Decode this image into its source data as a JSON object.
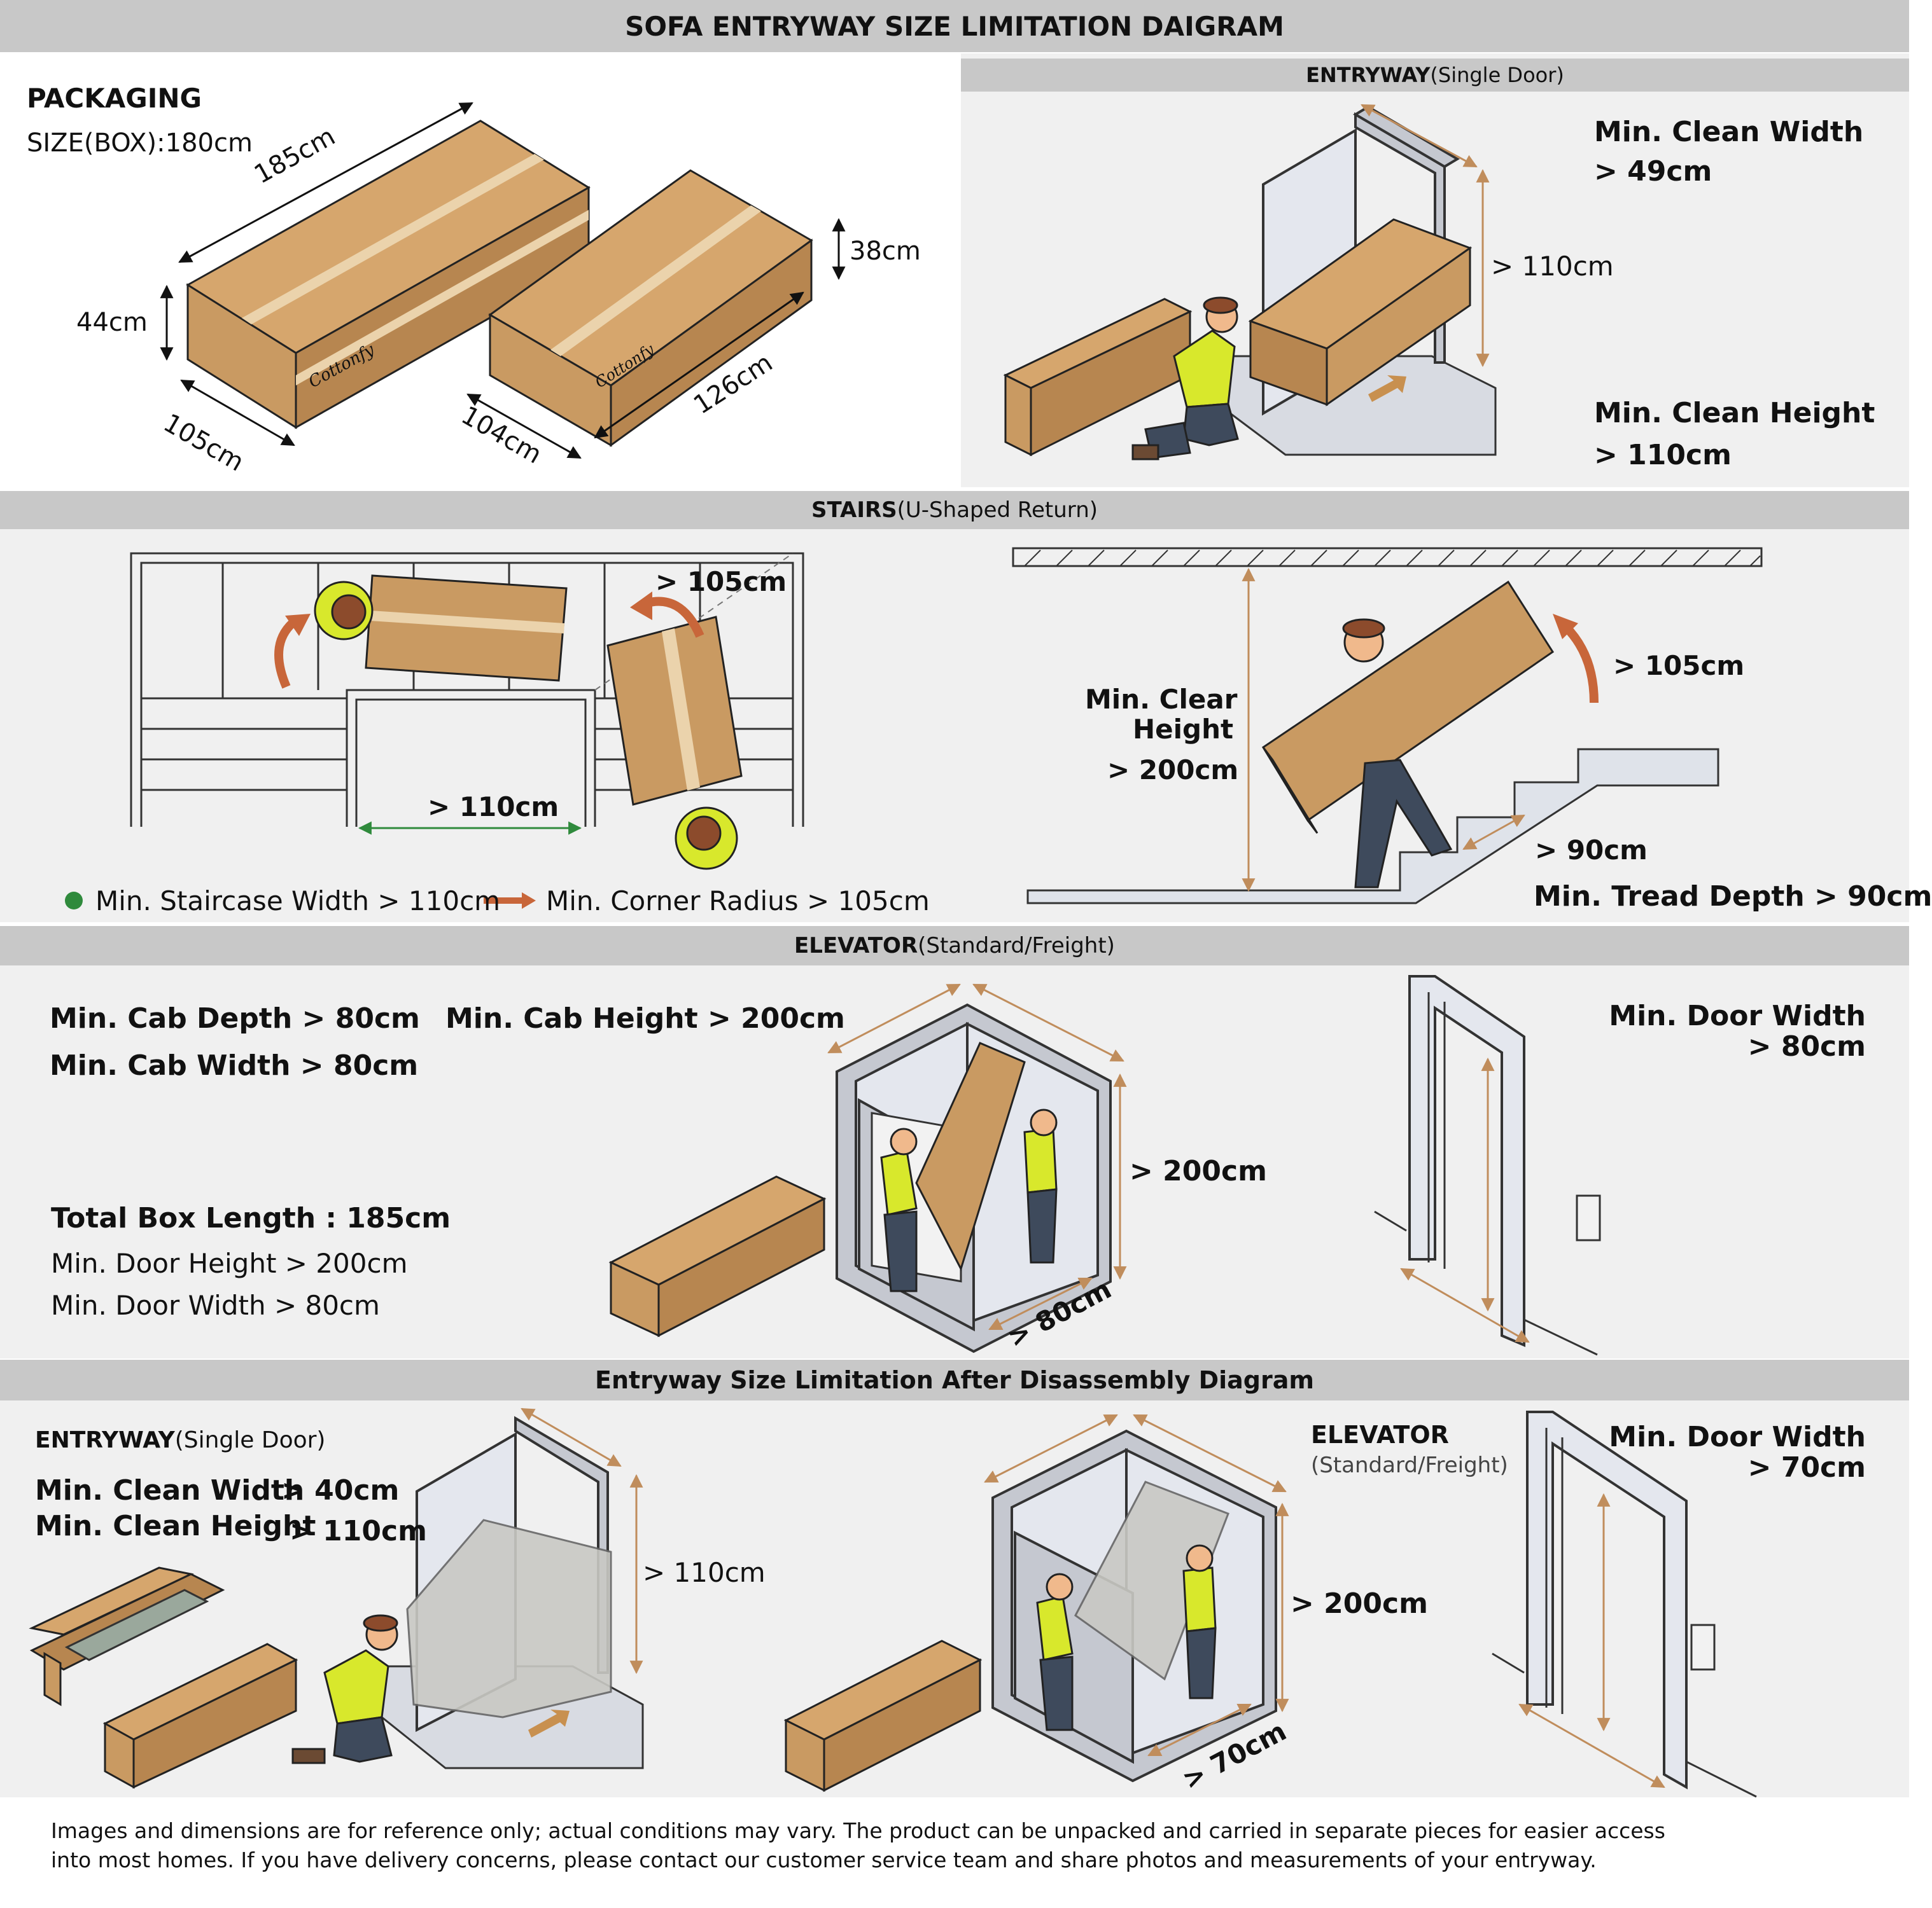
{
  "title": "SOFA ENTRYWAY SIZE LIMITATION DAIGRAM",
  "packaging": {
    "heading": "PACKAGING",
    "size": "SIZE(BOX):180cm",
    "box1": {
      "length": "185cm",
      "height": "44cm",
      "depth": "105cm"
    },
    "box2": {
      "height": "38cm",
      "depth": "104cm",
      "length": "126cm"
    },
    "brand": "Cottonfy"
  },
  "entryway": {
    "header_bold": "ENTRYWAY",
    "header_normal": "(Single Door)",
    "width_label": "Min. Clean Width",
    "width_value": "> 49cm",
    "height_dim": "> 110cm",
    "height_label": "Min. Clean Height",
    "height_value": "> 110cm"
  },
  "stairs": {
    "header_bold": "STAIRS",
    "header_normal": " (U-Shaped Return)",
    "corner_dim": "> 105cm",
    "width_dim": "> 110cm",
    "legend_width": "Min. Staircase Width > 110cm",
    "legend_corner": "Min. Corner Radius > 105cm",
    "clear_height_label_1": "Min. Clear",
    "clear_height_label_2": "Height",
    "clear_height_value": "> 200cm",
    "rotate_dim": "> 105cm",
    "tread_dim": "> 90cm",
    "tread_label": "Min. Tread Depth > 90cm",
    "legend_green": "#2f8a3c",
    "legend_arrow": "#c8663a"
  },
  "elevator": {
    "header_bold": "ELEVATOR",
    "header_normal": " (Standard/Freight)",
    "cab_depth": "Min. Cab Depth > 80cm",
    "cab_width": "Min. Cab Width > 80cm",
    "cab_height": "Min. Cab Height > 200cm",
    "total_length": "Total Box Length : 185cm",
    "door_height": "Min. Door Height > 200cm",
    "door_width": "Min. Door Width > 80cm",
    "height_dim": "> 200cm",
    "width_dim": "> 80cm",
    "door_label_1": "Min. Door Width",
    "door_label_2": "> 80cm"
  },
  "disassembly": {
    "header": "Entryway Size Limitation After Disassembly Diagram",
    "entry_bold": "ENTRYWAY",
    "entry_normal": "(Single Door)",
    "clean_width": "Min. Clean Width",
    "clean_width_value": "> 40cm",
    "clean_height": "Min. Clean Height",
    "clean_height_value": "> 110cm",
    "entry_height_dim": "> 110cm",
    "elevator_bold": "ELEVATOR",
    "elevator_normal": "(Standard/Freight)",
    "elev_height_dim": "> 200cm",
    "elev_width_dim": "> 70cm",
    "door_label_1": "Min. Door Width",
    "door_label_2": "> 70cm"
  },
  "footer": {
    "line1": "Images and dimensions are for reference only; actual conditions may vary. The product can be unpacked and carried in separate pieces for easier access",
    "line2": "into most homes. If you have delivery concerns, please contact our customer service team and share photos and measurements of your entryway."
  }
}
